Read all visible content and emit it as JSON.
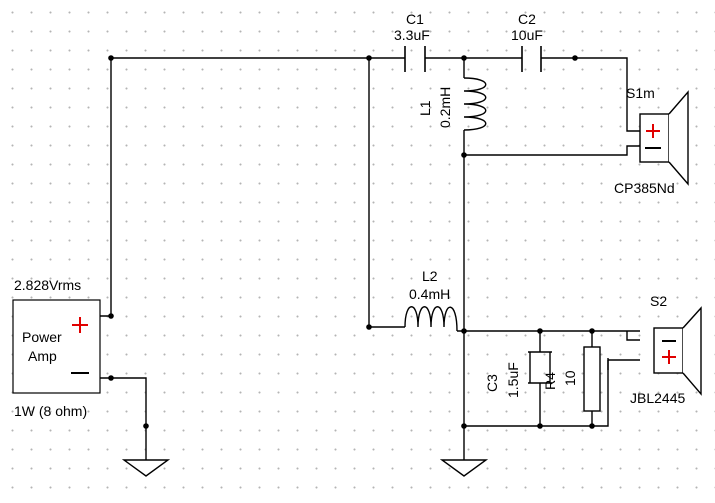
{
  "colors": {
    "wire": "#000000",
    "plus_sign": "#e00000",
    "background": "#ffffff",
    "grid_dot": "#b4b4b4"
  },
  "source": {
    "voltage": "2.828Vrms",
    "name_line1": "Power",
    "name_line2": "Amp",
    "power": "1W (8 ohm)"
  },
  "components": {
    "c1": {
      "ref": "C1",
      "value": "3.3uF"
    },
    "c2": {
      "ref": "C2",
      "value": "10uF"
    },
    "l1": {
      "ref": "L1",
      "value": "0.2mH"
    },
    "l2": {
      "ref": "L2",
      "value": "0.4mH"
    },
    "c3": {
      "ref": "C3",
      "value": "1.5uF"
    },
    "r4": {
      "ref": "R4",
      "value": "10"
    }
  },
  "speakers": {
    "s1": {
      "ref": "S1m",
      "model": "CP385Nd"
    },
    "s2": {
      "ref": "S2",
      "model": "JBL2445"
    }
  },
  "icons": [
    "ground-icon",
    "capacitor-icon",
    "inductor-icon",
    "resistor-icon",
    "speaker-icon"
  ]
}
